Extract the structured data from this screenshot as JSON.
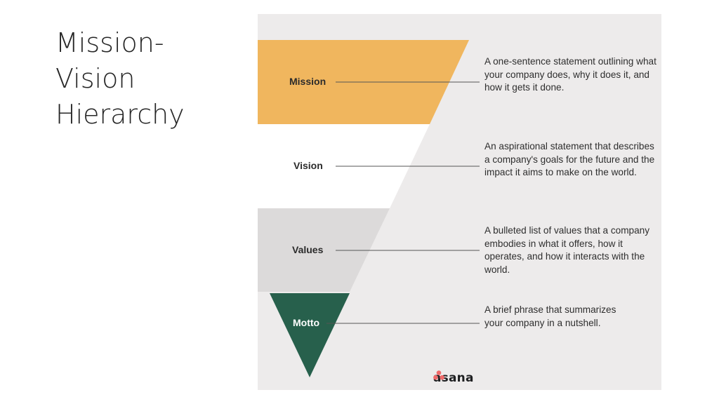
{
  "slide": {
    "title_lines": [
      "Mission-",
      "Vision",
      "Hierarchy"
    ]
  },
  "levels": [
    {
      "label": "Mission",
      "description": "A one-sentence statement outlining what your company does, why it does it, and how it gets it done.",
      "color": "#f0b65e"
    },
    {
      "label": "Vision",
      "description": "An aspirational statement that describes a company's goals for the future and the impact it aims to make on the world.",
      "color": "#ffffff"
    },
    {
      "label": "Values",
      "description": "A bulleted list of values that a company embodies in what it offers, how it operates, and how it interacts with the world.",
      "color": "#dcdada"
    },
    {
      "label": "Motto",
      "description": "A brief phrase that summarizes your company in a nutshell.",
      "color": "#27604c"
    }
  ],
  "logo": {
    "text": "asana",
    "icon": "asana-dots-icon",
    "color": "#f06a6a"
  },
  "colors": {
    "panel": "#edebeb",
    "line": "#555555"
  }
}
